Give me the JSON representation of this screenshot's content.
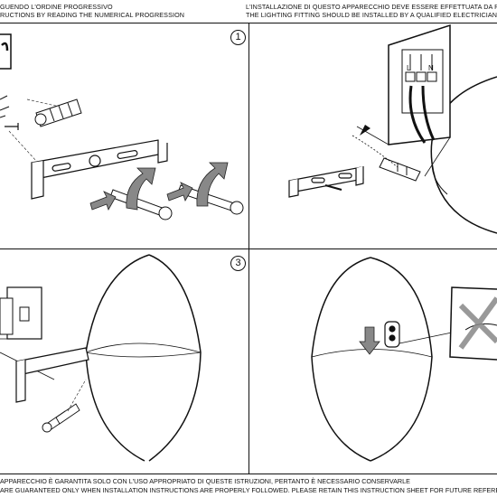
{
  "header": {
    "left_line1": "GUENDO L'ORDINE PROGRESSIVO",
    "left_line2": "RUCTIONS BY READING THE NUMERICAL PROGRESSION",
    "right_line1": "L'INSTALLAZIONE DI QUESTO APPARECCHIO DEVE ESSERE EFFETTUATA DA PERSO",
    "right_line2": "THE LIGHTING FITTING SHOULD BE INSTALLED BY A QUALIFIED ELECTRICIAN"
  },
  "steps": {
    "step1": "1",
    "step3": "3"
  },
  "terminal_labels": {
    "live": "L",
    "neutral": "N"
  },
  "footer": {
    "line1": "APPARECCHIO È GARANTITA SOLO CON L'USO APPROPRIATO DI QUESTE ISTRUZIONI, PERTANTO È NECESSARIO CONSERVARLE",
    "line2": "ARE GUARANTEED ONLY WHEN INSTALLATION INSTRUCTIONS ARE PROPERLY FOLLOWED. PLEASE RETAIN THIS INSTRUCTION SHEET FOR FUTURE REFERENCE."
  }
}
